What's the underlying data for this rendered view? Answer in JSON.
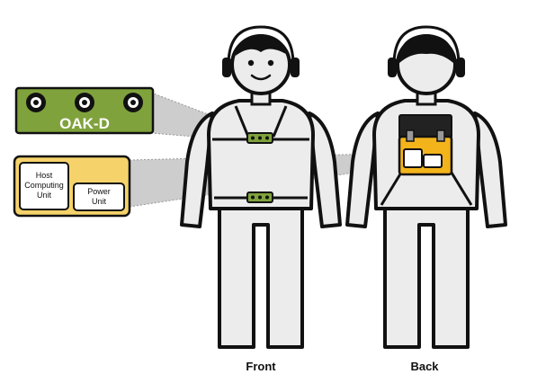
{
  "labels": {
    "camera": "OAK-D",
    "host_line1": "Host",
    "host_line2": "Computing",
    "host_line3": "Unit",
    "power_line1": "Power",
    "power_line2": "Unit",
    "front": "Front",
    "back": "Back"
  },
  "colors": {
    "camera_green": "#7fa23c",
    "camera_green_dark": "#5e7f24",
    "unit_yellow": "#f6d36a",
    "backpack_yellow": "#f3b31b",
    "figure_fill": "#ececec",
    "outline": "#111111",
    "projection_gray": "#bdbdbd"
  }
}
